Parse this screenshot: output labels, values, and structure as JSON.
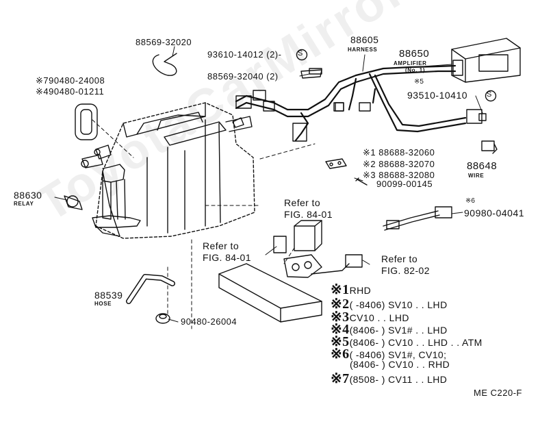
{
  "watermark": "ToyotaCarMirror.com",
  "parts": {
    "p88569_32020": "88569-32020",
    "p93610_14012": "93610-14012 (2)-",
    "p88569_32040": "88569-32040 (2)",
    "p88605": "88605",
    "harness": "HARNESS",
    "p88650": "88650",
    "amplifier": "AMPLIFIER",
    "no1": "(No. 1)",
    "mark5": "※5",
    "p93510_10410": "93510-10410",
    "p790480": "※790480-24008",
    "p490480": "※490480-01211",
    "p88630": "88630",
    "relay": "RELAY",
    "p1_88688": "※1 88688-32060",
    "p2_88688": "※2 88688-32070",
    "p3_88688": "※3 88688-32080",
    "p90099": "90099-00145",
    "p88648": "88648",
    "wire": "WIRE",
    "mark6": "※6",
    "p90980": "90980-04041",
    "p88539": "88539",
    "hose": "HOSE",
    "p90480": "90480-26004",
    "s_symbol": "S"
  },
  "refs": {
    "ref1_a": "Refer to",
    "ref1_b": "FIG. 84-01",
    "ref2_a": "Refer to",
    "ref2_b": "FIG. 84-01",
    "ref3_a": "Refer to",
    "ref3_b": "FIG. 82-02"
  },
  "notes": [
    {
      "mark": "※1",
      "text": "RHD"
    },
    {
      "mark": "※2",
      "text": "(        -8406) SV10 . . LHD"
    },
    {
      "mark": "※3",
      "text": "CV10 . . LHD"
    },
    {
      "mark": "※4",
      "text": "(8406-        ) SV1# . . LHD"
    },
    {
      "mark": "※5",
      "text": "(8406-        ) CV10 . . LHD . . ATM"
    },
    {
      "mark": "※6",
      "text": "(        -8406) SV1#, CV10;"
    },
    {
      "mark": "",
      "text": "(8406-        ) CV10 . . RHD"
    },
    {
      "mark": "※7",
      "text": "(8508-        ) CV11 . . LHD"
    }
  ],
  "footer": "ME C220-F"
}
